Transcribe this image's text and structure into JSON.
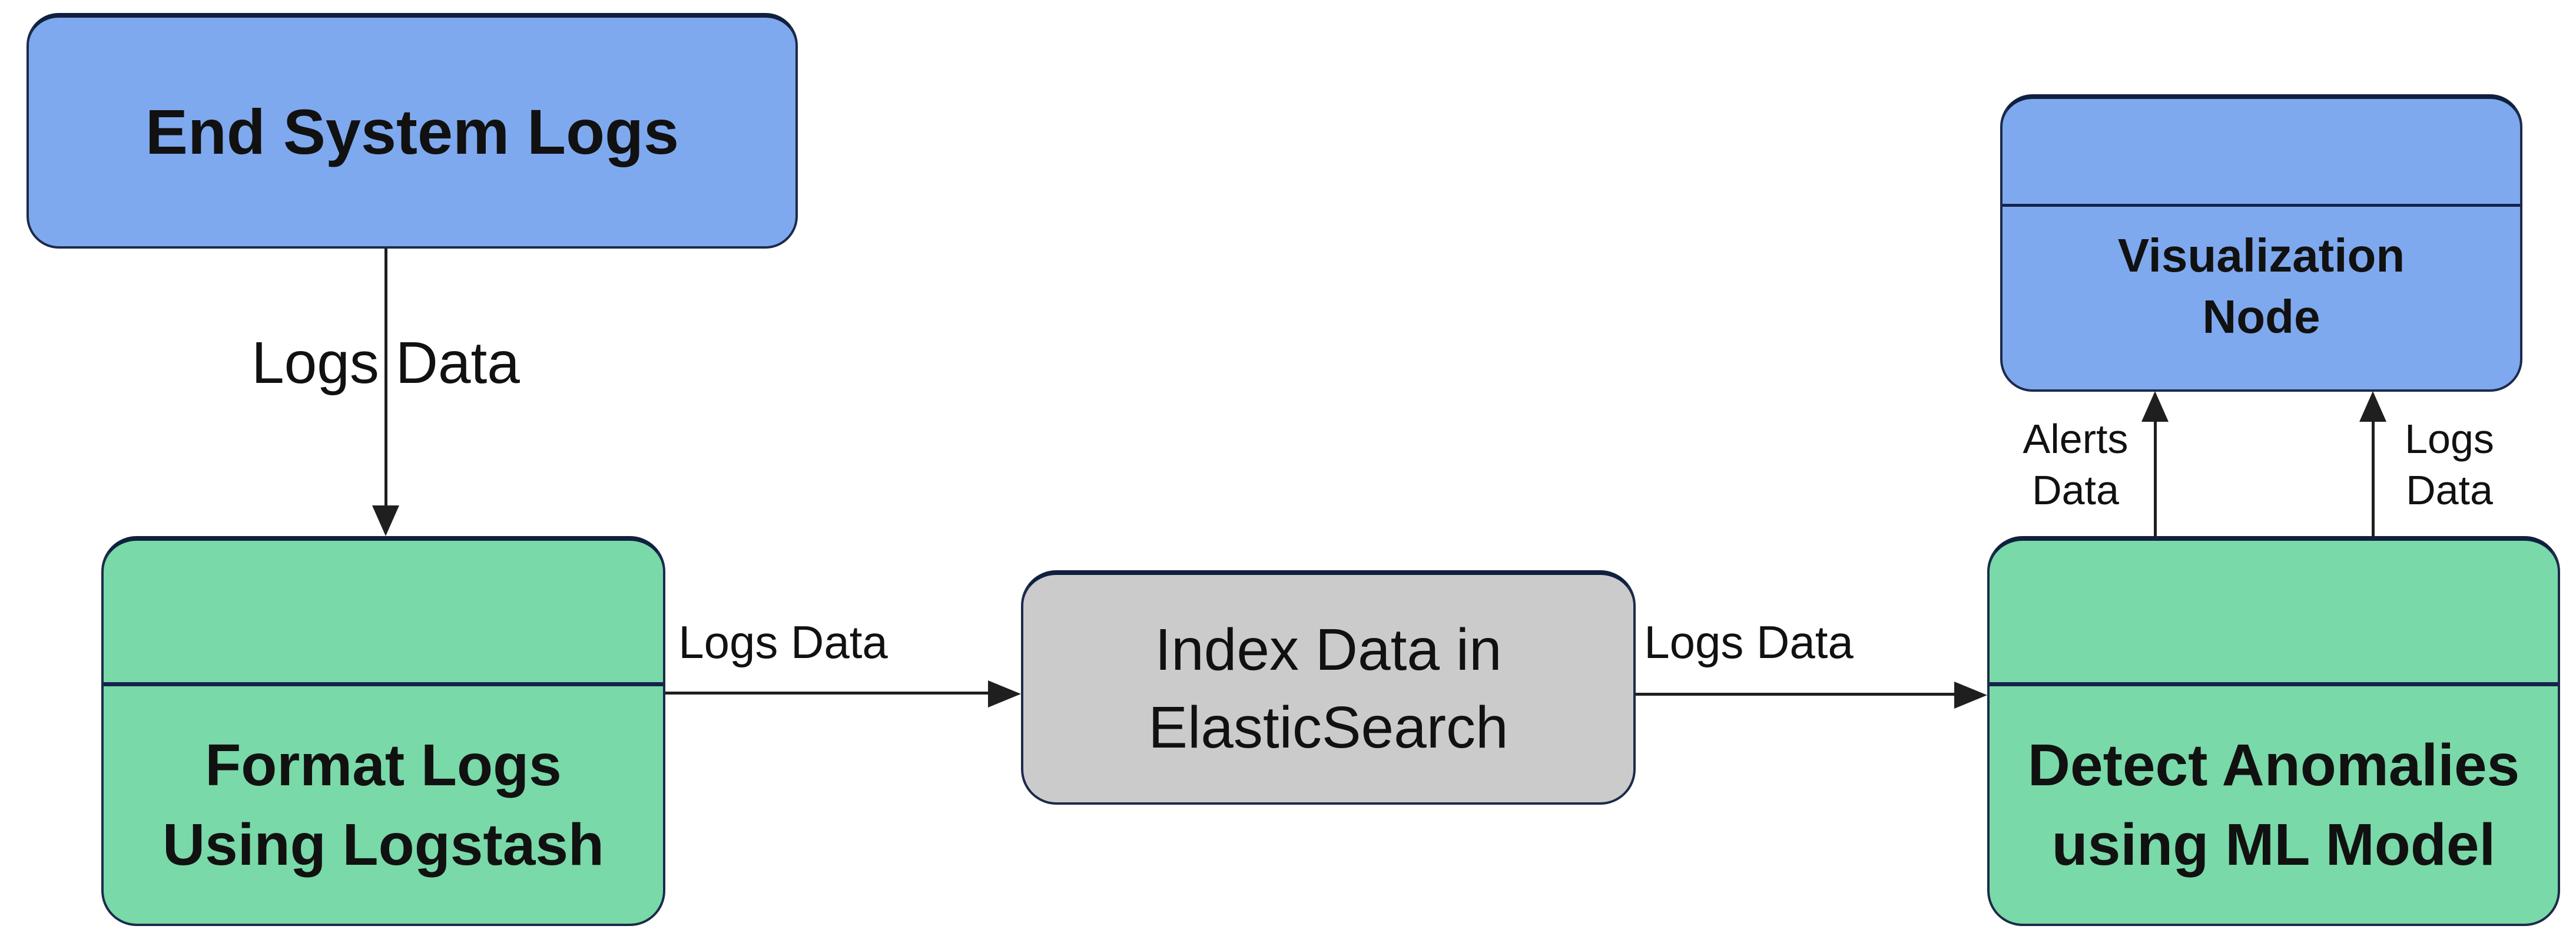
{
  "diagram_type": "flowchart",
  "colors": {
    "background": "#ffffff",
    "node_blue_fill": "#7fa9ee",
    "node_green_fill": "#79d9a8",
    "node_gray_fill": "#cbcbcb",
    "node_border": "#1c2b4a",
    "compartment_divider": "#15234b",
    "edge_line": "#1f1f1f",
    "text": "#111111"
  },
  "nodes": {
    "end_system": {
      "label": "End System Logs"
    },
    "format_logs": {
      "lines": [
        "Format Logs",
        "Using Logstash"
      ]
    },
    "index_data": {
      "lines": [
        "Index Data in",
        "ElasticSearch"
      ]
    },
    "detect_anomalies": {
      "lines": [
        "Detect Anomalies",
        "using ML Model"
      ]
    },
    "visualization": {
      "lines": [
        "Visualization",
        "Node"
      ]
    }
  },
  "edges": {
    "end_to_format": {
      "label": "Logs Data",
      "from": "end_system",
      "to": "format_logs",
      "direction": "down"
    },
    "format_to_index": {
      "label": "Logs Data",
      "from": "format_logs",
      "to": "index_data",
      "direction": "right"
    },
    "index_to_detect": {
      "label": "Logs Data",
      "from": "index_data",
      "to": "detect_anomalies",
      "direction": "right"
    },
    "detect_to_vis_alerts": {
      "lines": [
        "Alerts",
        "Data"
      ],
      "from": "detect_anomalies",
      "to": "visualization",
      "direction": "up"
    },
    "detect_to_vis_logs": {
      "lines": [
        "Logs",
        "Data"
      ],
      "from": "detect_anomalies",
      "to": "visualization",
      "direction": "up"
    }
  }
}
